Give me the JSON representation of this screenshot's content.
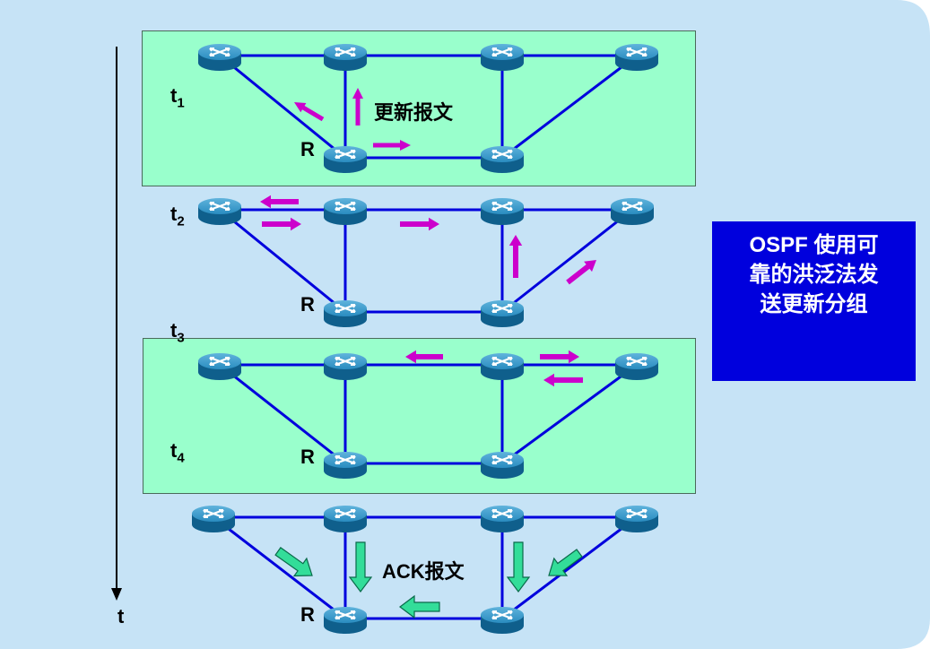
{
  "labels": {
    "t1": "t",
    "t1_sub": "1",
    "t2": "t",
    "t2_sub": "2",
    "t3": "t",
    "t3_sub": "3",
    "t4": "t",
    "t4_sub": "4",
    "axis": "t",
    "router_r": "R"
  },
  "messages": {
    "update": "更新报文",
    "ack": "ACK报文"
  },
  "note": {
    "line1": "OSPF 使用可",
    "line2": "靠的洪泛法发",
    "line3": "送更新分组"
  },
  "colors": {
    "background": "#c6e3f6",
    "panel": "#99ffcc",
    "link": "#0000dd",
    "update_arrow": "#cc00cc",
    "ack_arrow": "#33dd99",
    "note_bg": "#0000dd",
    "router": "#1478a8"
  },
  "icons": {
    "router": "router-icon",
    "update_arrow": "update-arrow-icon",
    "ack_arrow": "ack-arrow-icon"
  }
}
